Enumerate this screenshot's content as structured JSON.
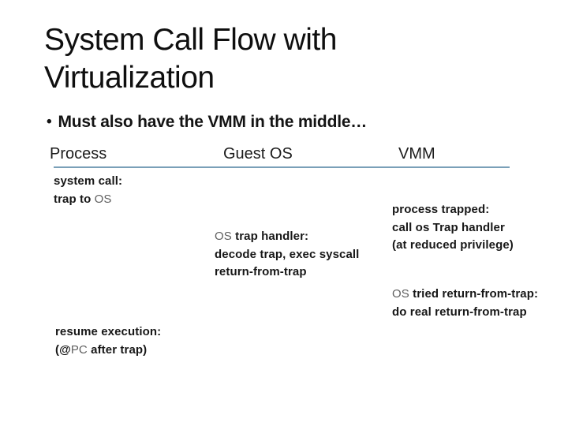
{
  "slide": {
    "title_line1": "System Call Flow with",
    "title_line2": "Virtualization",
    "bullet_glyph": "•",
    "bullet_text": "Must also have the VMM in the middle…",
    "headers": {
      "process": "Process",
      "guest_os": "Guest OS",
      "vmm": "VMM"
    },
    "divider_color": "#7aa0b8",
    "text_color": "#171717",
    "muted_color": "#5f5f5f",
    "flow": {
      "syscall": {
        "l1": "system call:",
        "l2a": "trap to ",
        "l2b": "OS"
      },
      "os_trap_handler": {
        "l1a": "OS",
        "l1b": " trap handler:",
        "l2": "decode trap, exec syscall",
        "l3": "return-from-trap"
      },
      "process_trapped": {
        "l1": "process trapped:",
        "l2": "call os Trap handler",
        "l3": "(at reduced privilege)"
      },
      "os_tried": {
        "l1a": "OS",
        "l1b": " tried return-from-trap:",
        "l2": "do real return-from-trap"
      },
      "resume": {
        "l1": "resume execution:",
        "l2a": "(@",
        "l2b": "PC",
        "l2c": " after trap)"
      }
    }
  }
}
